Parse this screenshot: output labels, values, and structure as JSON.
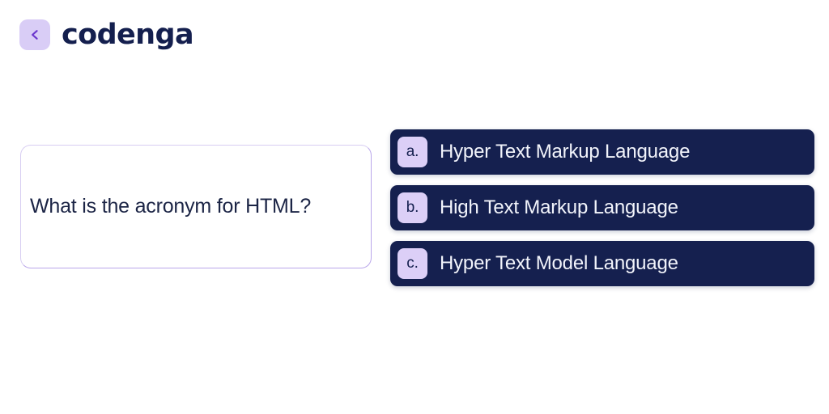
{
  "brand": {
    "badge_icon": "chevron-left-icon",
    "badge_glyph": "<",
    "name": "codenga",
    "badge_bg": "#d9cdf6",
    "badge_fg": "#6a35cc",
    "text_color": "#141f4e"
  },
  "quiz": {
    "question": "What is the acronym for HTML?",
    "options": [
      {
        "key": "a.",
        "label": "Hyper Text Markup Language"
      },
      {
        "key": "b.",
        "label": "High Text Markup Language"
      },
      {
        "key": "c.",
        "label": "Hyper Text Model Language"
      }
    ],
    "colors": {
      "option_bg": "#15204f",
      "option_text": "#f2f4fb",
      "key_bg": "#dccff7",
      "key_text": "#15204f",
      "card_border": "#d7cdf2",
      "question_text": "#1b2445",
      "page_bg": "#ffffff"
    }
  }
}
